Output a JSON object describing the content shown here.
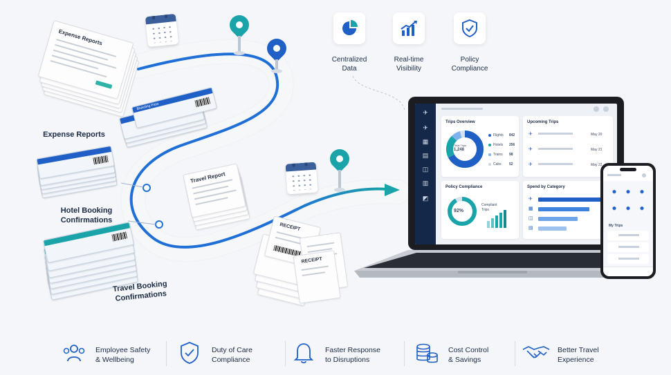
{
  "left_documents": {
    "expense_reports_stack_title": "Expense Reports",
    "expense_reports_label": "Expense Reports",
    "hotel_label": "Hotel Booking\nConfirmations",
    "travel_label": "Travel Booking\nConfirmations",
    "travel_report_title": "Travel Report",
    "receipt_title": "RECEIPT",
    "ticket_band_text": "Boarding Pass"
  },
  "features": [
    {
      "label": "Centralized\nData",
      "icon": "pie-chart-icon"
    },
    {
      "label": "Real-time\nVisibility",
      "icon": "bar-chart-icon"
    },
    {
      "label": "Policy\nCompliance",
      "icon": "shield-check-icon"
    }
  ],
  "dashboard": {
    "trips_overview": {
      "title": "Trips Overview",
      "center_label": "Total Trips",
      "center_value": "1,248",
      "rows": [
        {
          "label": "Flights",
          "value": "842"
        },
        {
          "label": "Hotels",
          "value": "256"
        },
        {
          "label": "Trains",
          "value": "98"
        },
        {
          "label": "Cabs",
          "value": "52"
        }
      ]
    },
    "upcoming_trips": {
      "title": "Upcoming Trips",
      "dates": [
        "May 20",
        "May 21",
        "May 22"
      ]
    },
    "policy_compliance": {
      "title": "Policy Compliance",
      "percent": "92%",
      "caption": "Compliant\nTrips",
      "value": 0.92
    },
    "spend_by_category": {
      "title": "Spend by Category",
      "bars": [
        1.0,
        0.8,
        0.62,
        0.45
      ]
    }
  },
  "phone": {
    "my_trips": "My Trips"
  },
  "benefits": [
    {
      "label": "Employee Safety\n& Wellbeing",
      "icon": "people-icon"
    },
    {
      "label": "Duty of Care\nCompliance",
      "icon": "shield-check-icon"
    },
    {
      "label": "Faster Response\nto Disruptions",
      "icon": "bell-icon"
    },
    {
      "label": "Cost Control\n& Savings",
      "icon": "coins-icon"
    },
    {
      "label": "Better Travel\nExperience",
      "icon": "handshake-icon"
    }
  ],
  "colors": {
    "accent_blue": "#1f6fd6",
    "accent_teal": "#1aa3a8",
    "navy": "#14284a"
  }
}
